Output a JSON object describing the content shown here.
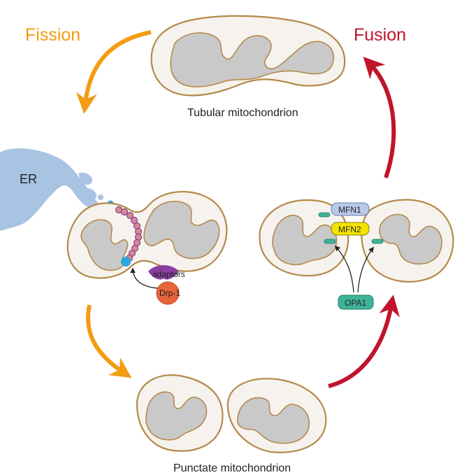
{
  "labels": {
    "fission": "Fission",
    "fusion": "Fusion",
    "tubular": "Tubular mitochondrion",
    "punctate": "Punctate mitochondrion",
    "er": "ER",
    "adaptors": "adaptors",
    "drp1": "Drp-1",
    "mfn1": "MFN1",
    "mfn2": "MFN2",
    "opa1": "OPA1"
  },
  "colors": {
    "fission_arrow": "#f39c12",
    "fusion_arrow": "#c0142b",
    "fission_text": "#f39c12",
    "fusion_text": "#c0142b",
    "er": "#a9c3e2",
    "mito_membrane": "#b5894a",
    "cristae": "#c9c9c9",
    "mfn1": "#b7c8e8",
    "mfn2": "#f5e400",
    "opa1": "#3fb39a",
    "drp1": "#e8643a",
    "adaptor": "#8a3fa0",
    "er_contact": "#2aa7df"
  }
}
